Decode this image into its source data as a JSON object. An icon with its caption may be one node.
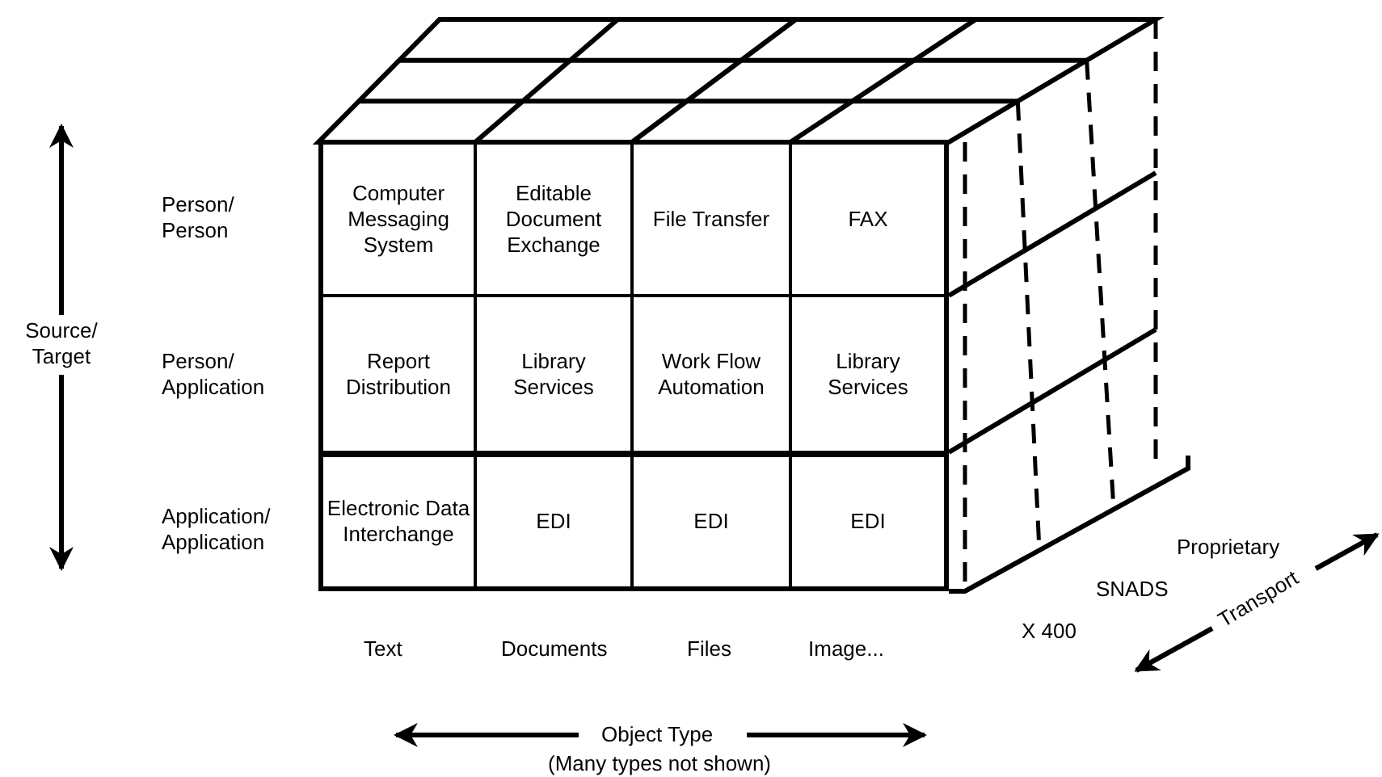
{
  "diagram": {
    "nodes": [
      {
        "text": [
          "Computer Messaging System"
        ]
      },
      {
        "text": [
          "Editable Document Exchange"
        ]
      },
      {
        "text": [
          "File Transfer"
        ]
      },
      {
        "text": [
          "FAX"
        ]
      },
      {
        "text": [
          "Report Distribution"
        ]
      },
      {
        "text": [
          "Library Services"
        ]
      },
      {
        "text": [
          "Work Flow Automation"
        ]
      },
      {
        "text": [
          "Library Services"
        ]
      },
      {
        "text": [
          "Electronic Data Interchange"
        ]
      },
      {
        "text": [
          "EDI"
        ]
      },
      {
        "text": [
          "EDI"
        ]
      },
      {
        "text": [
          "EDI"
        ]
      }
    ],
    "labels": [
      "Person/ Person",
      "Source/ Target",
      "Person/ Application",
      "Application/ Application",
      "Proprietary",
      "SNADS",
      "Transport",
      "X 400",
      "Text",
      "Documents",
      "Files",
      "Image...",
      "Object Type",
      "(Many types not shown)"
    ]
  }
}
